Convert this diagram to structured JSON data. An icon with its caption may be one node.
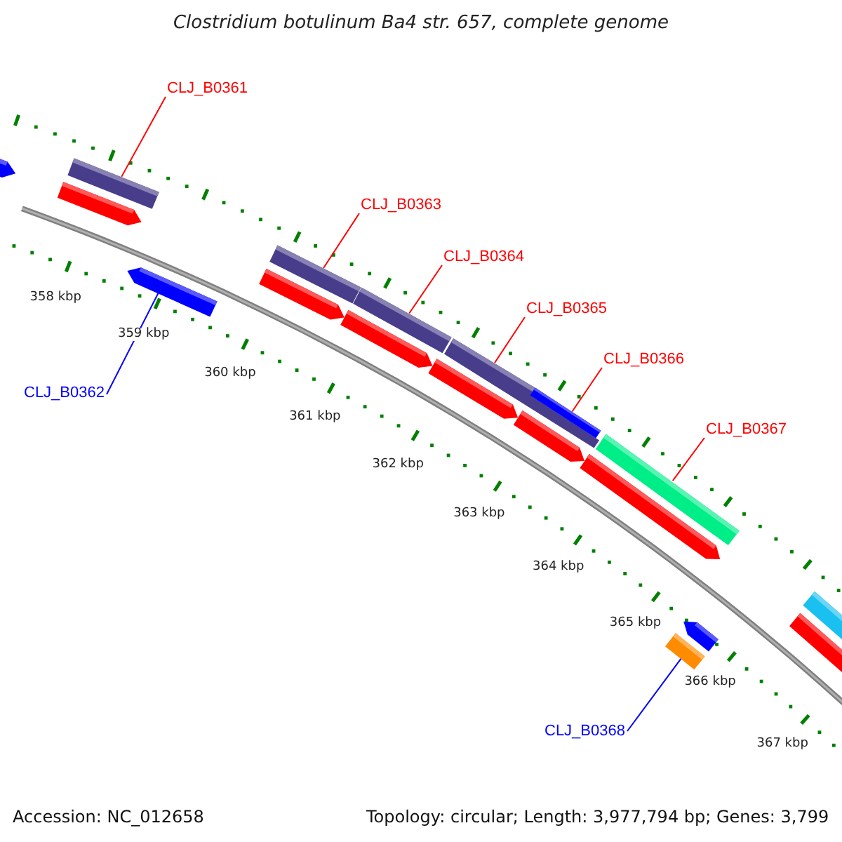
{
  "diagram": {
    "title": "Clostridium botulinum Ba4 str. 657, complete genome",
    "nodes": [
      {
        "text": [
          "CLJ_B0361"
        ]
      },
      {
        "text": [],
        "shape": "bar"
      },
      {
        "text": [
          "CLJ_B0363"
        ]
      },
      {
        "text": [],
        "shape": "bar"
      },
      {
        "text": [
          "CLJ_B0364"
        ]
      },
      {
        "text": [],
        "shape": "bar"
      },
      {
        "text": [
          "CLJ_B0365"
        ]
      },
      {
        "text": [],
        "shape": "bar"
      },
      {
        "text": [
          "CLJ_B0366"
        ]
      },
      {
        "text": [],
        "shape": "bar"
      },
      {
        "text": [
          "CLJ_B0362"
        ]
      },
      {
        "text": [],
        "shape": "bar"
      },
      {
        "text": [
          "CLJ_B0367"
        ]
      },
      {
        "text": [],
        "shape": "bar"
      },
      {
        "text": [
          "CLJ_B0368"
        ]
      },
      {
        "text": [],
        "shape": "bar"
      },
      {
        "text": [],
        "shape": "bar"
      },
      {
        "text": [],
        "shape": "bar"
      },
      {
        "text": [],
        "shape": "bar"
      },
      {
        "text": [],
        "shape": "bar"
      },
      {
        "text": [],
        "shape": "bar"
      },
      {
        "text": [],
        "shape": "bar"
      },
      {
        "text": [],
        "shape": "bar"
      },
      {
        "text": [],
        "shape": "bar"
      },
      {
        "text": [],
        "shape": "bar"
      },
      {
        "text": [],
        "shape": "bar"
      }
    ],
    "edges": [
      {
        "from": 0,
        "to": 1,
        "arrow": "none"
      },
      {
        "from": 2,
        "to": 3,
        "arrow": "none"
      },
      {
        "from": 4,
        "to": 5,
        "arrow": "none"
      },
      {
        "from": 6,
        "to": 7,
        "arrow": "none"
      },
      {
        "from": 8,
        "to": 9,
        "arrow": "none"
      },
      {
        "from": 10,
        "to": 11,
        "arrow": "none",
        "color": "#0000ff"
      },
      {
        "from": 12,
        "to": 13,
        "arrow": "none"
      },
      {
        "from": 14,
        "to": 15,
        "arrow": "none",
        "color": "#0000ff"
      }
    ],
    "labels": [
      "358 kbp",
      "359 kbp",
      "360 kbp",
      "361 kbp",
      "362 kbp",
      "363 kbp",
      "364 kbp",
      "365 kbp",
      "366 kbp",
      "367 kbp",
      "Accession: NC_012658",
      "Topology: circular; Length: 3,977,794 bp; Genes: 3,799"
    ]
  }
}
